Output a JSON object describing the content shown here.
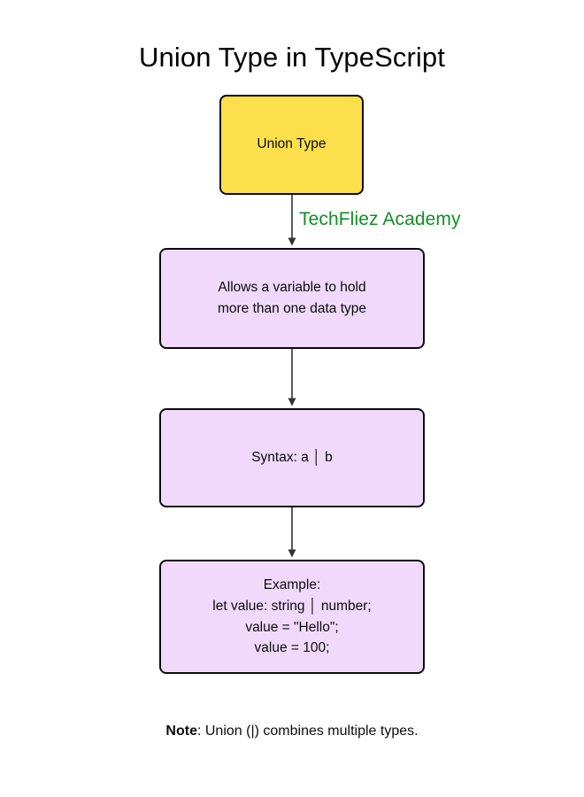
{
  "page": {
    "title": "Union Type in TypeScript",
    "background_color": "#ffffff"
  },
  "watermark": {
    "text": "TechFliez Academy",
    "color": "#0e9020"
  },
  "colors": {
    "root_node_fill": "#fcdf4a",
    "node_fill": "#f0d9fb",
    "node_border": "#0a0a0a",
    "arrow": "#333333",
    "text": "#0c0c0c"
  },
  "diagram": {
    "type": "flowchart",
    "direction": "top-to-bottom",
    "nodes": [
      {
        "id": "root",
        "label": "Union Type",
        "fill": "#fcdf4a",
        "shape": "rounded-rect"
      },
      {
        "id": "definition",
        "label_line_1": "Allows a variable to hold",
        "label_line_2": "more than one data type",
        "fill": "#f0d9fb",
        "shape": "rounded-rect"
      },
      {
        "id": "syntax",
        "label": "Syntax: a │ b",
        "fill": "#f0d9fb",
        "shape": "rounded-rect"
      },
      {
        "id": "example",
        "label_line_1": "Example:",
        "label_line_2": "let value: string │ number;",
        "label_line_3": "value = \"Hello\";",
        "label_line_4": "value = 100;",
        "fill": "#f0d9fb",
        "shape": "rounded-rect"
      }
    ],
    "edges": [
      {
        "from": "root",
        "to": "definition",
        "arrow": "down"
      },
      {
        "from": "definition",
        "to": "syntax",
        "arrow": "down"
      },
      {
        "from": "syntax",
        "to": "example",
        "arrow": "down"
      }
    ]
  },
  "footer": {
    "note_label": "Note",
    "note_separator": ": ",
    "note_text": "Union (|) combines multiple types."
  }
}
